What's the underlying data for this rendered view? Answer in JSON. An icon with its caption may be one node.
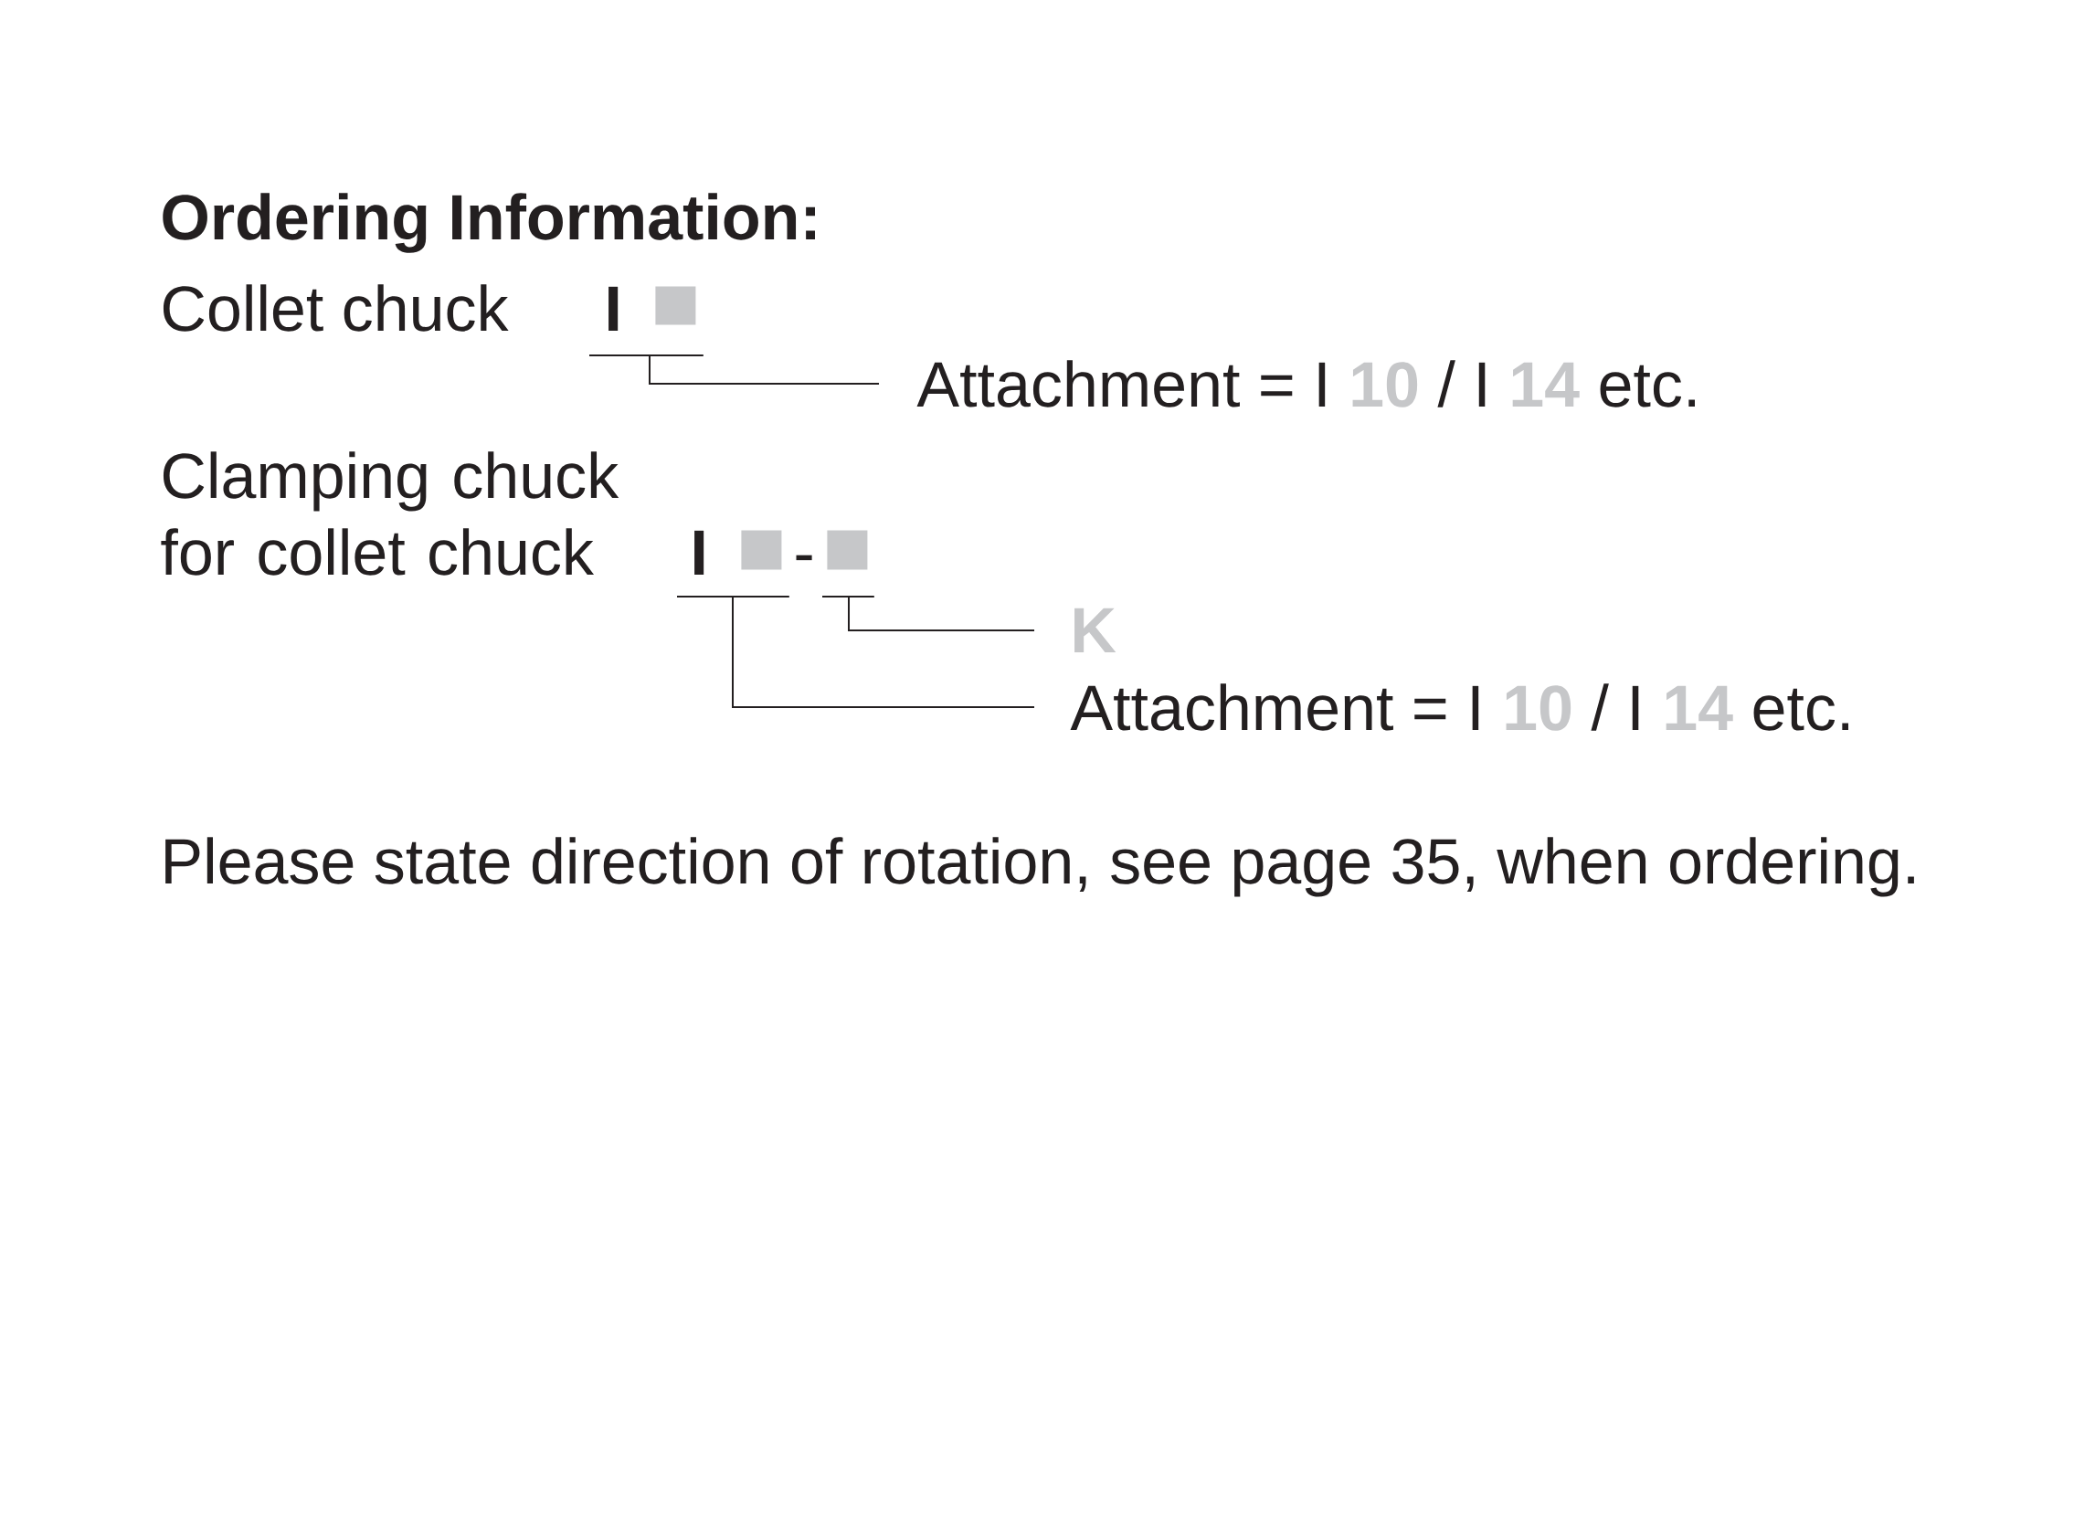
{
  "diagram": {
    "title": "Ordering Information:",
    "nodes": [
      {
        "text": [
          "I"
        ]
      },
      {
        "text": [],
        "shape": "box"
      },
      {
        "text": [
          "Attachment = I **10** / I **14** etc."
        ]
      },
      {
        "text": [
          "I"
        ]
      },
      {
        "text": [],
        "shape": "box"
      },
      {
        "text": [],
        "shape": "box"
      },
      {
        "text": [
          "K"
        ]
      },
      {
        "text": [
          "Attachment = I **10** / I **14** etc."
        ]
      }
    ],
    "edges": [
      {
        "from": 2,
        "to": 0,
        "arrow": "none"
      },
      {
        "from": 2,
        "to": 1,
        "arrow": "none"
      },
      {
        "from": 6,
        "to": 5,
        "arrow": "none"
      },
      {
        "from": 7,
        "to": 3,
        "arrow": "none"
      },
      {
        "from": 7,
        "to": 4,
        "arrow": "none"
      }
    ],
    "labels": [
      "Collet chuck",
      "Clamping chuck for collet chuck",
      "-",
      "Please state direction of rotation, see page 35, when ordering."
    ]
  }
}
